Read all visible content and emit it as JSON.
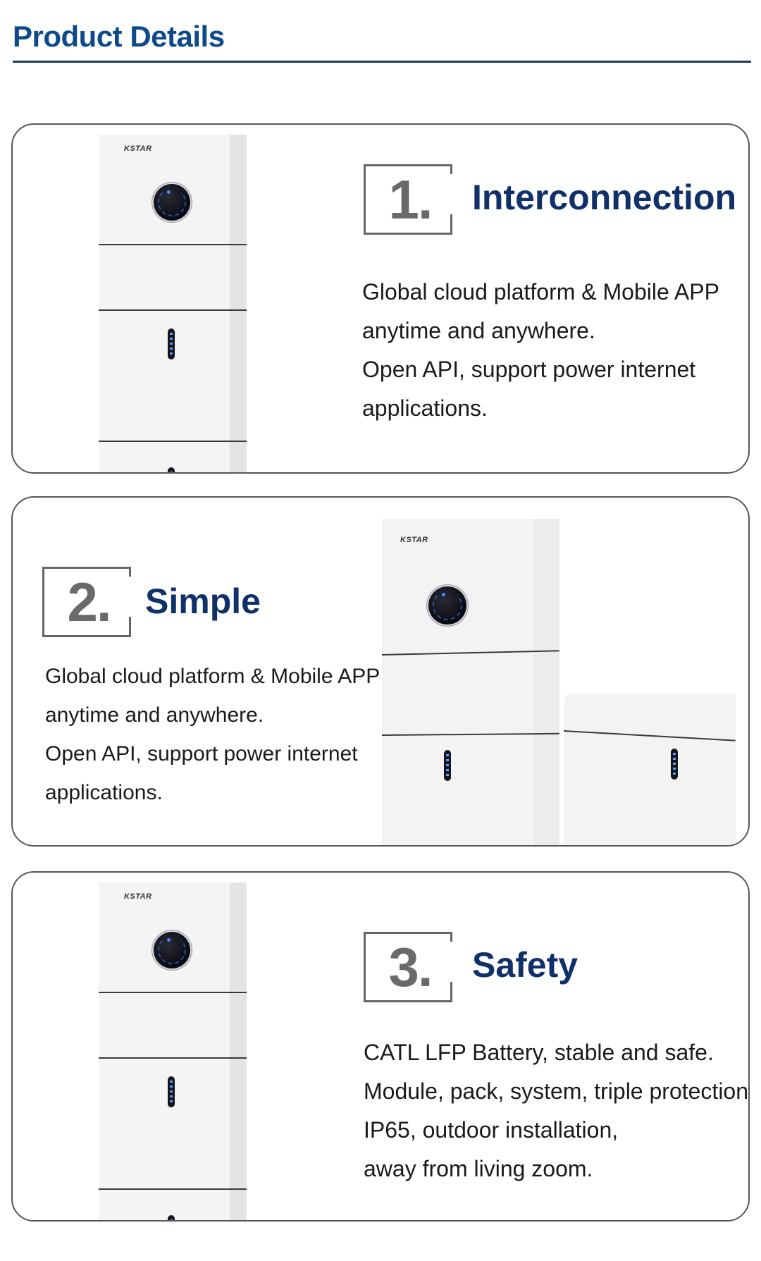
{
  "page": {
    "title": "Product Details"
  },
  "features": [
    {
      "number": "1.",
      "title": "Interconnection",
      "lines": [
        "Global cloud platform & Mobile APP",
        "anytime and anywhere.",
        "Open API, support power internet",
        "applications."
      ]
    },
    {
      "number": "2.",
      "title": "Simple",
      "lines": [
        "Global cloud platform & Mobile APP",
        "anytime and anywhere.",
        "Open API, support power internet",
        "applications."
      ]
    },
    {
      "number": "3.",
      "title": "Safety",
      "lines": [
        "CATL LFP Battery, stable and safe.",
        "Module, pack, system, triple protection.",
        "IP65, outdoor installation,",
        "away from living zoom."
      ]
    }
  ],
  "product": {
    "brand_logo": "KSTAR"
  },
  "colors": {
    "title_blue": "#0e4a8a",
    "heading_navy": "#10306a",
    "indicator_blue": "#3d8cff"
  }
}
